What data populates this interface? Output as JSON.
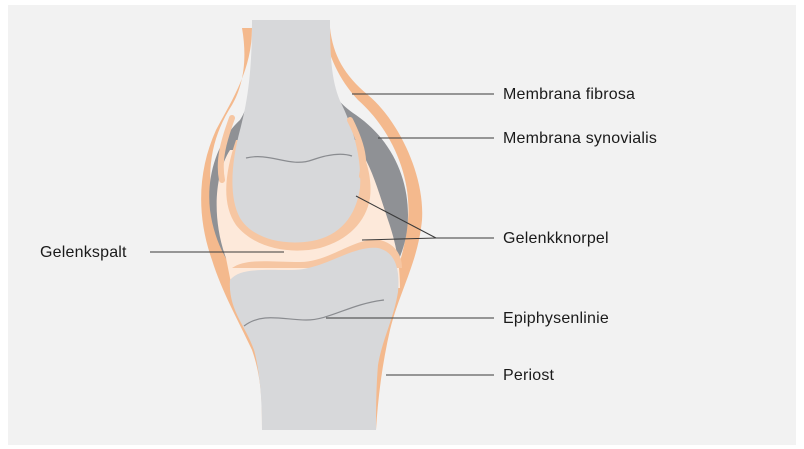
{
  "labels": {
    "membrana_fibrosa": "Membrana fibrosa",
    "membrana_synovialis": "Membrana synovialis",
    "gelenkknorpel": "Gelenkknorpel",
    "gelenkspalt": "Gelenkspalt",
    "epiphysenlinie": "Epiphysenlinie",
    "periost": "Periost"
  },
  "colors": {
    "background": "#f2f2f2",
    "bone": "#d7d8da",
    "fibrous_capsule": "#f4b98d",
    "synovial_membrane": "#8f9195",
    "cartilage": "#f6c6a2",
    "joint_space": "#fde9da",
    "epiphyseal_line": "#8a8c90",
    "leader_line": "#3a3a3a"
  }
}
